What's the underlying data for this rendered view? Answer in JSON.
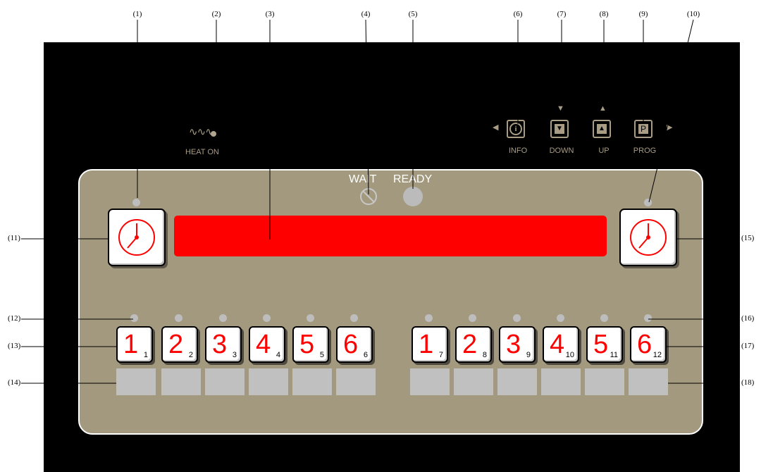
{
  "callouts": {
    "c1": "(1)",
    "c2": "(2)",
    "c3": "(3)",
    "c4": "(4)",
    "c5": "(5)",
    "c6": "(6)",
    "c7": "(7)",
    "c8": "(8)",
    "c9": "(9)",
    "c10": "(10)",
    "c11": "(11)",
    "c12": "(12)",
    "c13": "(13)",
    "c14": "(14)",
    "c15": "(15)",
    "c16": "(16)",
    "c17": "(17)",
    "c18": "(18)"
  },
  "heat": {
    "label": "HEAT ON",
    "icon": "heat-waves-icon"
  },
  "top_buttons": {
    "info": {
      "label": "INFO",
      "icon": "info-icon"
    },
    "down": {
      "label": "DOWN",
      "icon": "down-arrow-icon"
    },
    "up": {
      "label": "UP",
      "icon": "up-arrow-icon"
    },
    "prog": {
      "label": "PROG",
      "glyph": "P",
      "icon": "program-icon"
    }
  },
  "status": {
    "wait": "WAIT",
    "ready": "READY"
  },
  "keys_left": [
    {
      "num": "1",
      "sub": "1"
    },
    {
      "num": "2",
      "sub": "2"
    },
    {
      "num": "3",
      "sub": "3"
    },
    {
      "num": "4",
      "sub": "4"
    },
    {
      "num": "5",
      "sub": "5"
    },
    {
      "num": "6",
      "sub": "6"
    }
  ],
  "keys_right": [
    {
      "num": "1",
      "sub": "7"
    },
    {
      "num": "2",
      "sub": "8"
    },
    {
      "num": "3",
      "sub": "9"
    },
    {
      "num": "4",
      "sub": "10"
    },
    {
      "num": "5",
      "sub": "11"
    },
    {
      "num": "6",
      "sub": "12"
    }
  ],
  "colors": {
    "display": "#ff0000",
    "panel": "#a3997e",
    "accent": "#a89c85",
    "key_digit": "#ff0000"
  }
}
